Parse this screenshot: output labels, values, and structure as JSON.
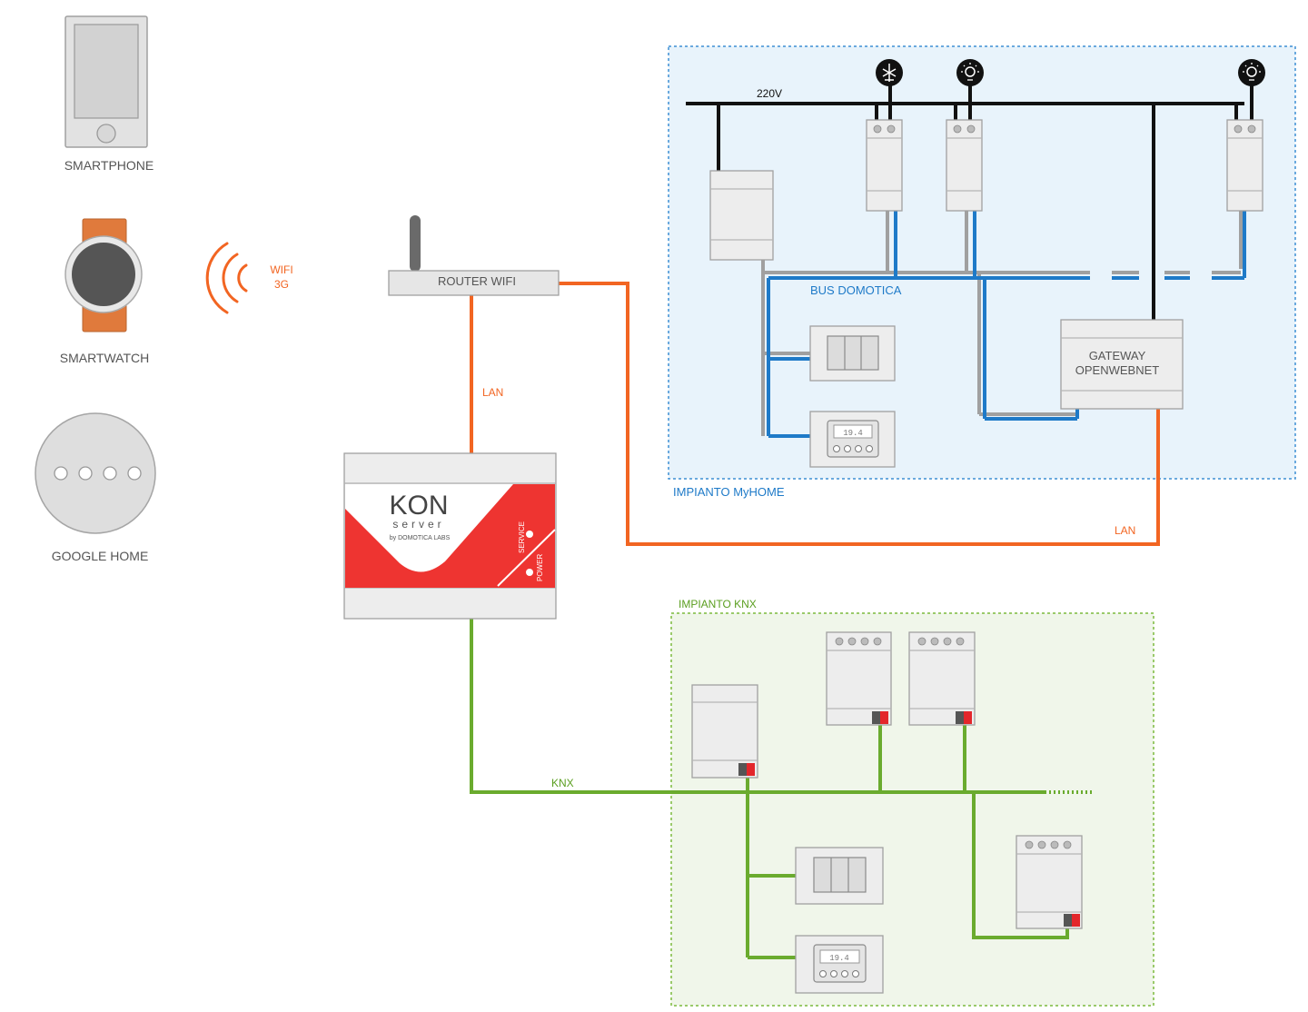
{
  "devices": {
    "smartphone": "SMARTPHONE",
    "smartwatch": "SMARTWATCH",
    "google_home": "GOOGLE HOME",
    "wireless_line1": "WIFI",
    "wireless_line2": "3G",
    "router": "ROUTER WIFI"
  },
  "connections": {
    "lan_top": "LAN",
    "lan_bottom": "LAN",
    "knx": "KNX",
    "voltage": "220V",
    "bus": "BUS DOMOTICA"
  },
  "kon_server": {
    "logo_main": "KON",
    "logo_sub": "server",
    "logo_by": "by DOMOTICA LABS",
    "service": "SERVICE",
    "power": "POWER"
  },
  "myhome": {
    "title": "IMPIANTO MyHOME",
    "gateway_line1": "GATEWAY",
    "gateway_line2": "OPENWEBNET",
    "thermostat_display": "19.4"
  },
  "knx_system": {
    "title": "IMPIANTO KNX",
    "thermostat_display": "19.4"
  },
  "colors": {
    "lan": "#f26522",
    "knx": "#6aab2e",
    "bus": "#1e7ac8",
    "power": "#111111",
    "kon_red": "#ee3431"
  }
}
